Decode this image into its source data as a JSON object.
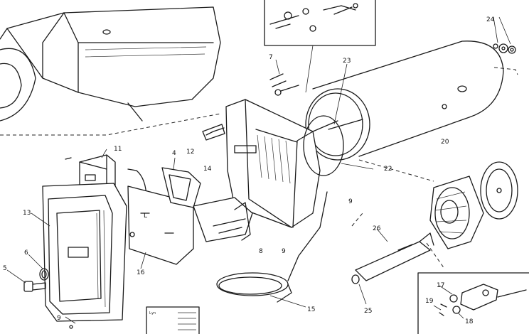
{
  "diagram": {
    "callouts": {
      "c24": "24",
      "c7": "7",
      "c23": "23",
      "c20": "20",
      "c11": "11",
      "c4": "4",
      "c12": "12",
      "c14": "14",
      "c22": "22",
      "c9a": "9",
      "c13": "13",
      "c6": "6",
      "c5": "5",
      "c16": "16",
      "c8": "8",
      "c9b": "9",
      "c26": "26",
      "c25": "25",
      "c15": "15",
      "c9c": "9",
      "c17": "17",
      "c19": "19",
      "c18": "18"
    },
    "panel_letter": "L",
    "plate_text": "Lyn"
  }
}
